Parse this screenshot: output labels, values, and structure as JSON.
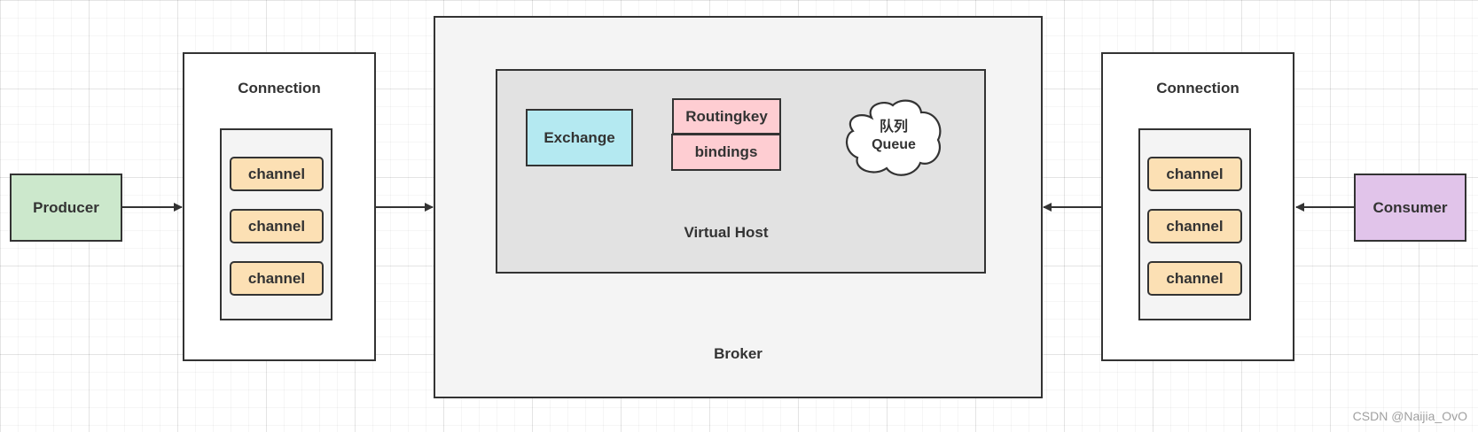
{
  "producer": {
    "label": "Producer",
    "fill": "#cce8cc"
  },
  "consumer": {
    "label": "Consumer",
    "fill": "#e1c4ea"
  },
  "left_connection": {
    "title": "Connection",
    "channels": [
      "channel",
      "channel",
      "channel"
    ]
  },
  "right_connection": {
    "title": "Connection",
    "channels": [
      "channel",
      "channel",
      "channel"
    ]
  },
  "broker": {
    "label": "Broker",
    "fill": "#f4f4f4"
  },
  "virtual_host": {
    "label": "Virtual Host",
    "fill": "#e2e2e2"
  },
  "exchange": {
    "label": "Exchange",
    "fill": "#b4e9f1"
  },
  "routing": {
    "routingkey": "Routingkey",
    "bindings": "bindings",
    "fill": "#fecdd2"
  },
  "queue": {
    "line1": "队列",
    "line2": "Queue"
  },
  "channel_fill": "#fce0b4",
  "watermark": "CSDN @Naijia_OvO"
}
